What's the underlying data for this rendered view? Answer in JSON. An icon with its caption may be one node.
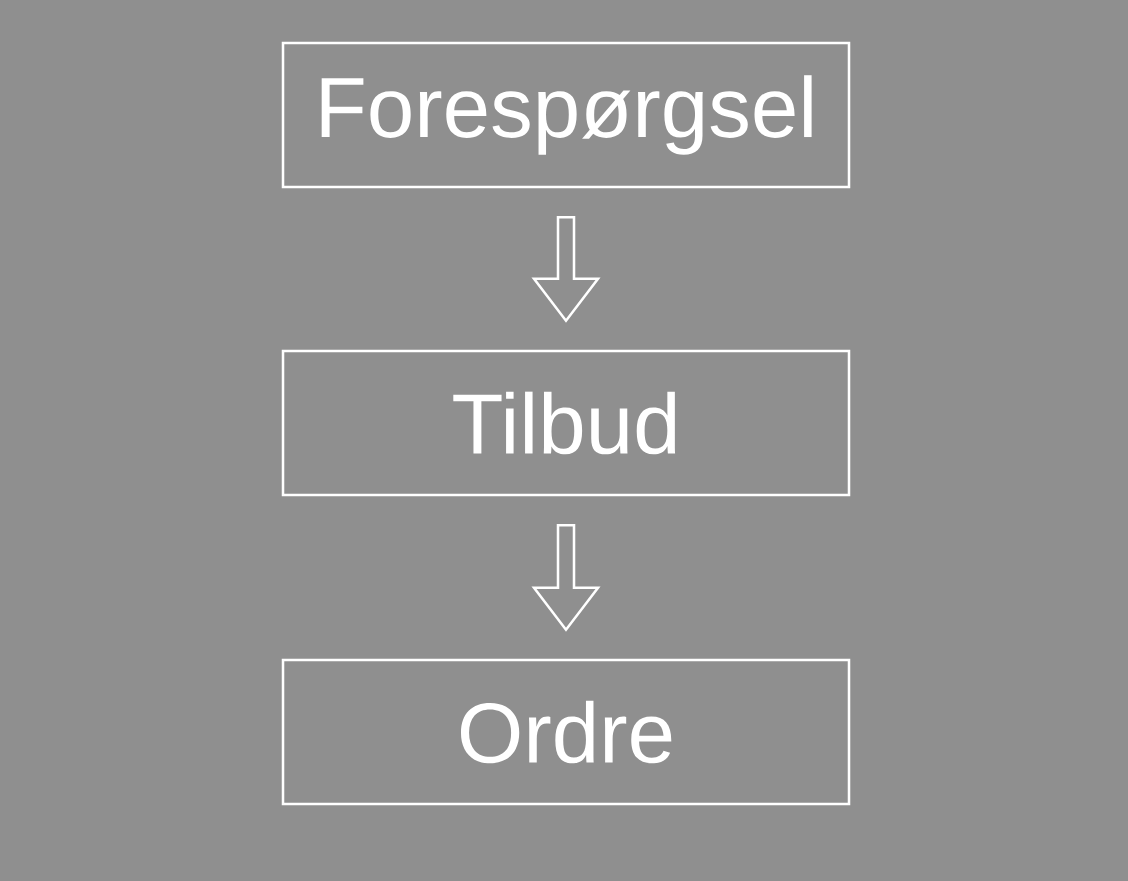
{
  "diagram": {
    "nodes": [
      {
        "text": [
          "Forespørgsel"
        ]
      },
      {
        "text": [
          "Tilbud"
        ]
      },
      {
        "text": [
          "Ordre"
        ]
      }
    ],
    "edges": [
      {
        "from": 0,
        "to": 1,
        "arrow": "to"
      },
      {
        "from": 1,
        "to": 2,
        "arrow": "to"
      }
    ]
  }
}
